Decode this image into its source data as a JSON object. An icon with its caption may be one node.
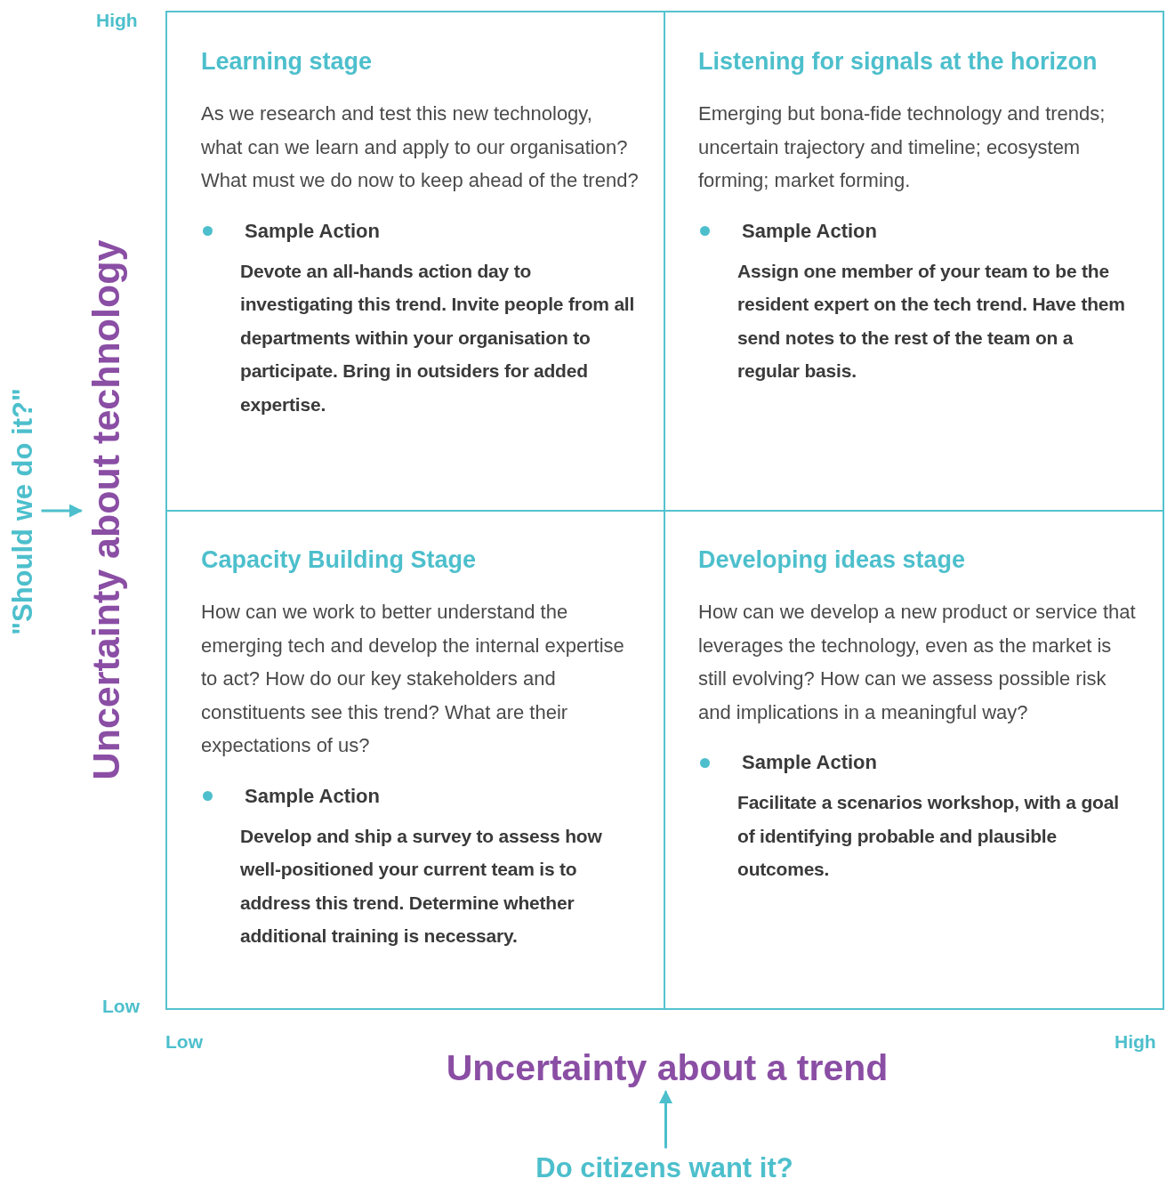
{
  "diagram": {
    "nodes": [
      {
        "text": [
          "Learning stage",
          "As we research and test this new technology, what can we learn and apply to our organisation? What must we do now to keep ahead of the trend?",
          "Sample Action",
          "Devote an all-hands action day to investigating this trend. Invite people from all departments within your organisation to participate. Bring in outsiders for added expertise."
        ]
      },
      {
        "text": [
          "Listening for signals at the horizon",
          "Emerging but bona-fide technology and trends; uncertain trajectory and timeline; ecosystem forming; market forming.",
          "Sample Action",
          "Assign one member of your team to be the resident expert on the tech trend. Have them send notes to the rest of the team on a regular basis."
        ]
      },
      {
        "text": [
          "Capacity Building Stage",
          "How can we work to better understand the emerging tech and develop the internal expertise to act? How do our key stakeholders and constituents see this trend? What are their expectations of us?",
          "Sample Action",
          "Develop and ship a survey to assess how well-positioned your current team is to address this trend. Determine whether additional training is necessary."
        ]
      },
      {
        "text": [
          "Developing ideas stage",
          "How can we develop a new product or service that leverages the technology, even as the market is still evolving? How can we assess possible risk and implications in a meaningful way?",
          "Sample Action",
          "Facilitate a scenarios workshop, with a goal of identifying probable and plausible outcomes."
        ]
      },
      {
        "text": [
          "Uncertainty about technology"
        ]
      },
      {
        "text": [
          "\"Should we do it?\""
        ]
      },
      {
        "text": [
          "Uncertainty about a trend"
        ]
      },
      {
        "text": [
          "Do citizens want it?"
        ]
      }
    ],
    "edges": [
      {
        "from": 5,
        "to": 4,
        "arrow": "to"
      },
      {
        "from": 7,
        "to": 6,
        "arrow": "to"
      }
    ],
    "labels": [
      "High",
      "Low",
      "Low",
      "High"
    ]
  }
}
